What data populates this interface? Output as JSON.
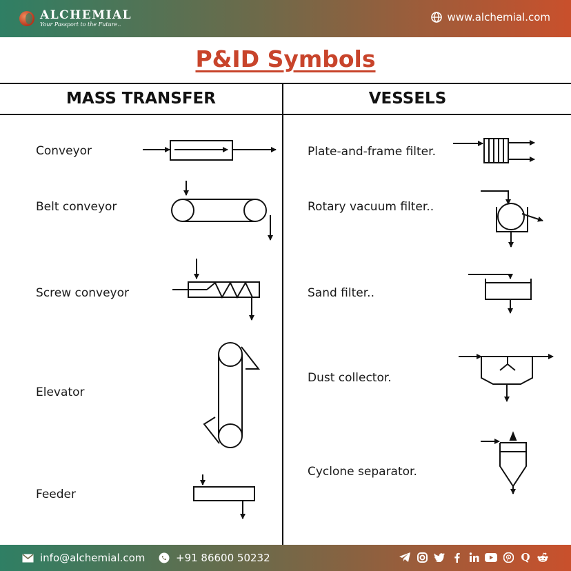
{
  "header": {
    "brand": "ALCHEMIAL",
    "tagline": "Your Passport to the Future..",
    "website": "www.alchemial.com"
  },
  "title": "P&ID Symbols",
  "columns": {
    "left": "MASS TRANSFER",
    "right": "VESSELS"
  },
  "mass_transfer": [
    "Conveyor",
    "Belt conveyor",
    "Screw conveyor",
    "Elevator",
    "Feeder"
  ],
  "vessels": [
    "Plate-and-frame filter.",
    "Rotary vacuum filter..",
    "Sand filter..",
    "Dust collector.",
    "Cyclone separator."
  ],
  "footer": {
    "email": "info@alchemial.com",
    "phone": "+91 86600 50232",
    "socials": [
      "telegram-icon",
      "instagram-icon",
      "twitter-icon",
      "facebook-icon",
      "linkedin-icon",
      "youtube-icon",
      "pinterest-icon",
      "quora-icon",
      "reddit-icon"
    ]
  }
}
